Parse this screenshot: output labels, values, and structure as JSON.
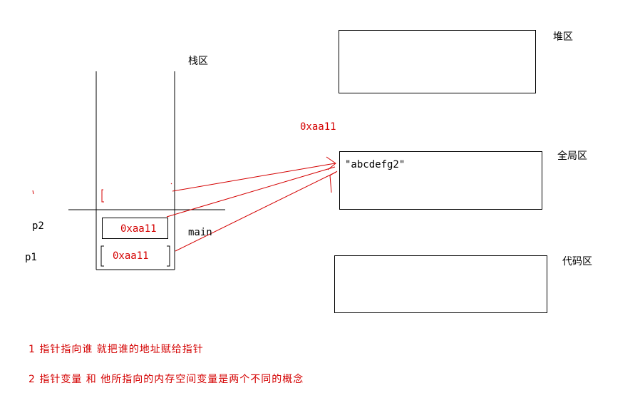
{
  "stack": {
    "title": "栈区",
    "frame_label": "main",
    "vars": [
      {
        "name": "p2",
        "value": "0xaa11"
      },
      {
        "name": "p1",
        "value": "0xaa11"
      }
    ]
  },
  "heap": {
    "title": "堆区"
  },
  "global": {
    "title": "全局区",
    "content": "\"abcdefg2\""
  },
  "code": {
    "title": "代码区"
  },
  "floating_address": "0xaa11",
  "notes": [
    "1 指针指向谁 就把谁的地址赋给指针",
    "2 指针变量 和 他所指向的内存空间变量是两个不同的概念"
  ],
  "colors": {
    "accent": "#d40000",
    "ink": "#000000"
  }
}
